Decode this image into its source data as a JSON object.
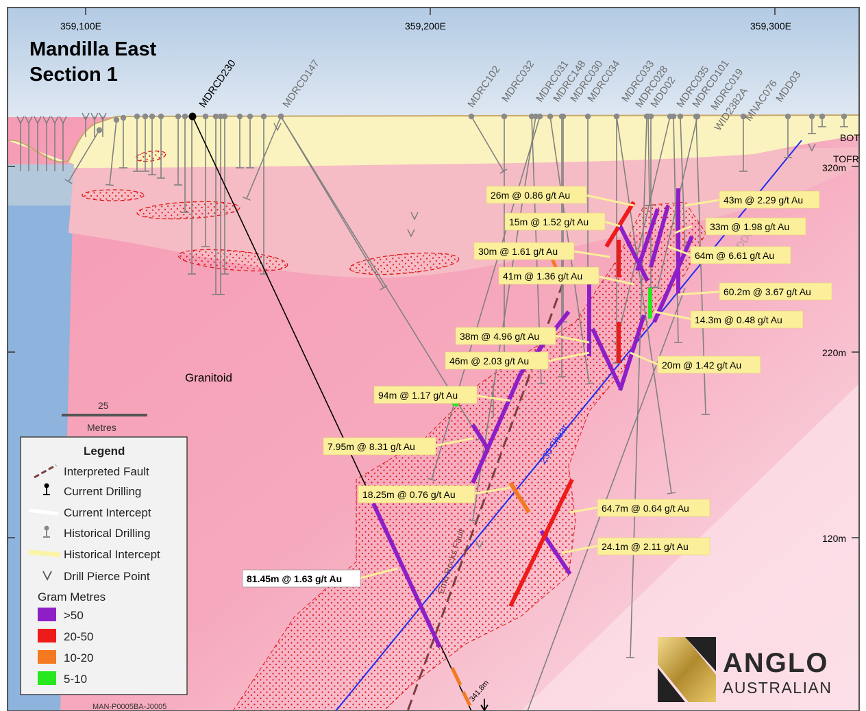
{
  "map": {
    "title_line1": "Mandilla East",
    "title_line2": "Section 1",
    "eastings": [
      "359,100E",
      "359,200E",
      "359,300E"
    ],
    "elevations": [
      "320m",
      "220m",
      "120m"
    ],
    "edge_labels": [
      "BOT",
      "TOFR"
    ],
    "unit_label": "Granitoid",
    "scale_value": "25",
    "scale_unit": "Metres",
    "shear_label": "230 Shear",
    "fault_label": "Emu Rocks Fault",
    "depth_label": "341.8m",
    "footer_code": "MAN-P0005BA-J0005",
    "current_hole": "MDRCD230",
    "holes": [
      "MDRCD147",
      "MDRC102",
      "MDRC032",
      "MDRC031",
      "MDRC148",
      "MDRC030",
      "MDRC034",
      "MDRC033",
      "MDRC028",
      "MDD02",
      "MDRC035",
      "MDRCD101",
      "MDRC019",
      "WID2382A",
      "MNAC076",
      "MDD03"
    ],
    "hidden_hole": "MDD00",
    "colors": {
      "sky": "#c4d7ea",
      "cover": "#fbf3bf",
      "granitoid": "#f5a9bc",
      "oxide": "#f5b8c0",
      "purple": "#8e1fc7",
      "red": "#ee1b1b",
      "orange": "#f47920",
      "green": "#27e81f",
      "shear": "#1f2cf0",
      "fault": "#7b3f3f"
    }
  },
  "intercepts": [
    {
      "text": "26m @ 0.86 g/t Au"
    },
    {
      "text": "43m @ 2.29 g/t Au"
    },
    {
      "text": "15m @ 1.52 g/t Au"
    },
    {
      "text": "33m @ 1.98 g/t Au"
    },
    {
      "text": "30m @ 1.61 g/t Au"
    },
    {
      "text": "64m @ 6.61 g/t Au"
    },
    {
      "text": "41m @ 1.36 g/t Au"
    },
    {
      "text": "60.2m @ 3.67 g/t Au"
    },
    {
      "text": "14.3m @ 0.48 g/t Au"
    },
    {
      "text": "38m @ 4.96 g/t Au"
    },
    {
      "text": "46m @ 2.03 g/t Au"
    },
    {
      "text": "20m @ 1.42 g/t Au"
    },
    {
      "text": "94m @ 1.17 g/t Au"
    },
    {
      "text": "7.95m @ 8.31 g/t Au"
    },
    {
      "text": "18.25m @ 0.76 g/t Au"
    },
    {
      "text": "64.7m @ 0.64 g/t Au"
    },
    {
      "text": "24.1m @ 2.11 g/t Au"
    },
    {
      "text": "81.45m @ 1.63 g/t Au"
    }
  ],
  "legend": {
    "title": "Legend",
    "items": [
      {
        "label": "Interpreted Fault"
      },
      {
        "label": "Current Drilling"
      },
      {
        "label": "Current Intercept"
      },
      {
        "label": "Historical Drilling"
      },
      {
        "label": "Historical Intercept"
      },
      {
        "label": "Drill Pierce Point"
      }
    ],
    "gram_title": "Gram Metres",
    "grams": [
      {
        "label": ">50",
        "color": "#8e1fc7"
      },
      {
        "label": "20-50",
        "color": "#ee1b1b"
      },
      {
        "label": "10-20",
        "color": "#f47920"
      },
      {
        "label": "5-10",
        "color": "#27e81f"
      }
    ]
  },
  "logo": {
    "line1": "ANGLO",
    "line2": "AUSTRALIAN"
  }
}
